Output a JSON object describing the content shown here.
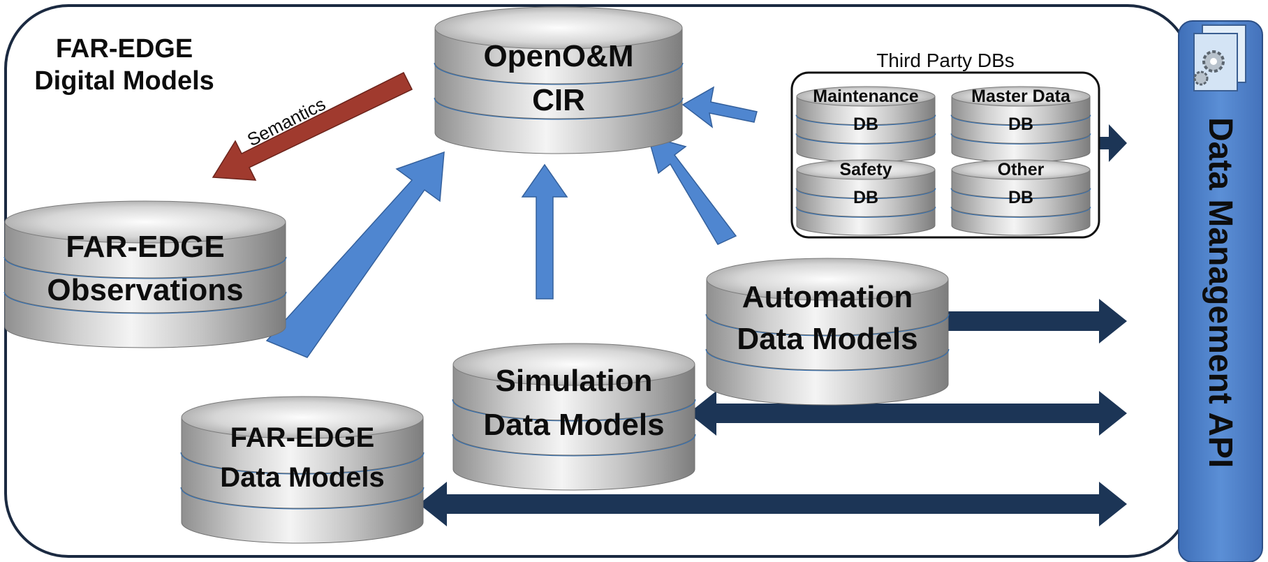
{
  "frame_title": {
    "line1": "FAR-EDGE",
    "line2": "Digital Models"
  },
  "cir_db": {
    "line1": "OpenO&M",
    "line2": "CIR"
  },
  "semantics_label": "Semantics",
  "observations_db": {
    "line1": "FAR-EDGE",
    "line2": "Observations"
  },
  "third_party": {
    "title": "Third Party DBs",
    "dbs": [
      {
        "line1": "Maintenance",
        "line2": "DB"
      },
      {
        "line1": "Master Data",
        "line2": "DB"
      },
      {
        "line1": "Safety",
        "line2": "DB"
      },
      {
        "line1": "Other",
        "line2": "DB"
      }
    ]
  },
  "automation_db": {
    "line1": "Automation",
    "line2": "Data Models"
  },
  "simulation_db": {
    "line1": "Simulation",
    "line2": "Data Models"
  },
  "data_models_db": {
    "line1": "FAR-EDGE",
    "line2": "Data Models"
  },
  "api_bar": {
    "label": "Data Management API",
    "icon": "gear-document-icon"
  },
  "colors": {
    "frame_border": "#1b2a41",
    "arrow_blue": "#4f86d0",
    "arrow_semantics": "#a03a2e",
    "arrow_double": "#1c3556",
    "api_bar_fill": "#4f7fc6",
    "db_stripe": "#2f6fb5"
  }
}
